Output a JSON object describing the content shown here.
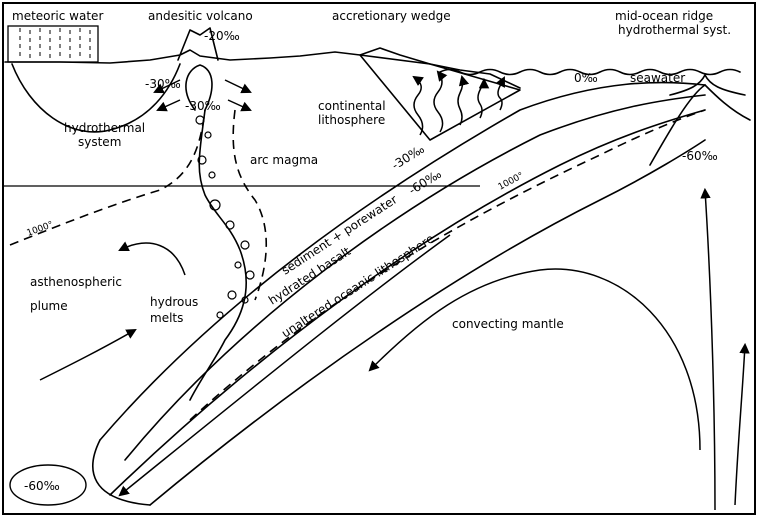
{
  "labels": {
    "meteoric_water": "meteoric water",
    "andesitic_volcano": "andesitic volcano",
    "accretionary_wedge": "accretionary wedge",
    "mid_ocean_ridge": "mid-ocean ridge",
    "hydrothermal_syst": "hydrothermal syst.",
    "minus20": "-20‰",
    "minus30_a": "-30‰",
    "minus30_b": "-30‰",
    "zero": "0‰",
    "seawater": "seawater",
    "hydrothermal": "hydrothermal",
    "system": "system",
    "continental": "continental",
    "lithosphere": "lithosphere",
    "minus60_ridge": "-60‰",
    "arc_magma": "arc magma",
    "minus30_slab": "-30‰",
    "minus60_slab": "-60‰",
    "iso1000_left": "1000°",
    "iso1000_slab": "1000°",
    "sediment_porewater": "sediment + porewater",
    "hydrated_basalt": "hydrated basalt",
    "unaltered_oceanic_lithosphere": "unaltered oceanic lithosphere",
    "asthenospheric": "asthenospheric",
    "plume": "plume",
    "hydrous": "hydrous",
    "melts": "melts",
    "convecting_mantle": "convecting mantle",
    "minus60_bottom": "-60‰"
  },
  "colors": {
    "ink": "#000000",
    "paper": "#ffffff"
  }
}
